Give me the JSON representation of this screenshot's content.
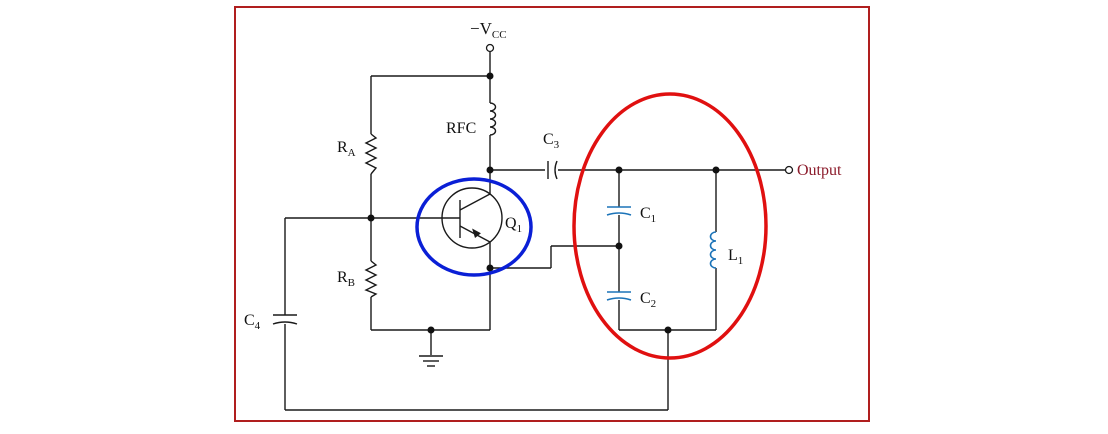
{
  "supply_label": "−V",
  "supply_sub": "CC",
  "labels": {
    "rfc": "RFC",
    "ra": "R",
    "ra_sub": "A",
    "rb": "R",
    "rb_sub": "B",
    "c3": "C",
    "c3_sub": "3",
    "c1": "C",
    "c1_sub": "1",
    "c2": "C",
    "c2_sub": "2",
    "c4": "C",
    "c4_sub": "4",
    "l1": "L",
    "l1_sub": "1",
    "q1": "Q",
    "q1_sub": "1",
    "output": "Output"
  },
  "colors": {
    "frame": "#b01e1e",
    "blue_highlight": "#0a1fd6",
    "red_highlight": "#e01010",
    "component_blue": "#1b73b8",
    "output_text": "#8b1a2a"
  }
}
